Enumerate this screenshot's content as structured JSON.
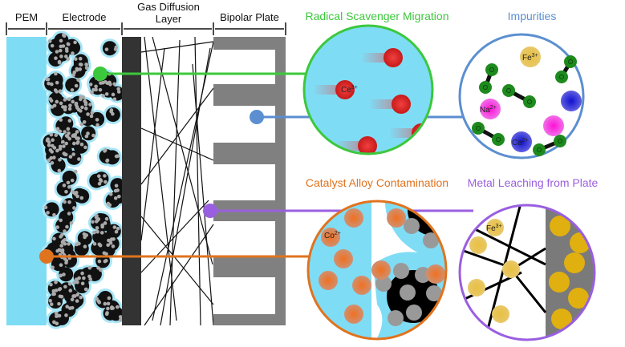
{
  "layers": {
    "pem": "PEM",
    "electrode": "Electrode",
    "gdl_line1": "Gas Diffusion",
    "gdl_line2": "Layer",
    "bipolar": "Bipolar Plate"
  },
  "panels": {
    "radical": {
      "title": "Radical Scavenger Migration",
      "ion": "Ce",
      "charge": "3+",
      "color": "#3cc83c"
    },
    "impurities": {
      "title": "Impurities",
      "ions": [
        {
          "ion": "Fe",
          "charge": "3+"
        },
        {
          "ion": "Na",
          "charge": "2+"
        },
        {
          "ion": "Ca",
          "charge": "2+"
        }
      ],
      "color": "#5b8fd0"
    },
    "catalyst": {
      "title": "Catalyst Alloy Contamination",
      "ion": "Co",
      "charge": "2+",
      "color": "#e0731e"
    },
    "leaching": {
      "title": "Metal Leaching from Plate",
      "ion": "Fe",
      "charge": "3+",
      "color": "#9a5fe0"
    }
  }
}
